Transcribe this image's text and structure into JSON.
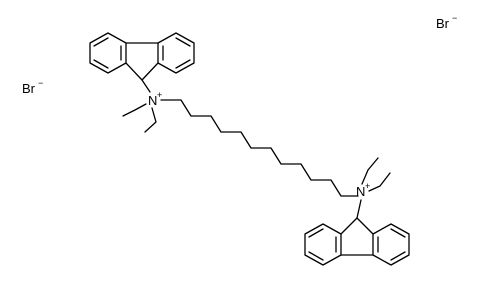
{
  "molecule": {
    "ions": {
      "bromide_left": {
        "symbol": "Br",
        "charge": "−"
      },
      "bromide_right": {
        "symbol": "Br",
        "charge": "−"
      }
    },
    "ammonium_top": {
      "symbol": "N",
      "charge": "+"
    },
    "ammonium_bottom": {
      "symbol": "N",
      "charge": "+"
    }
  }
}
